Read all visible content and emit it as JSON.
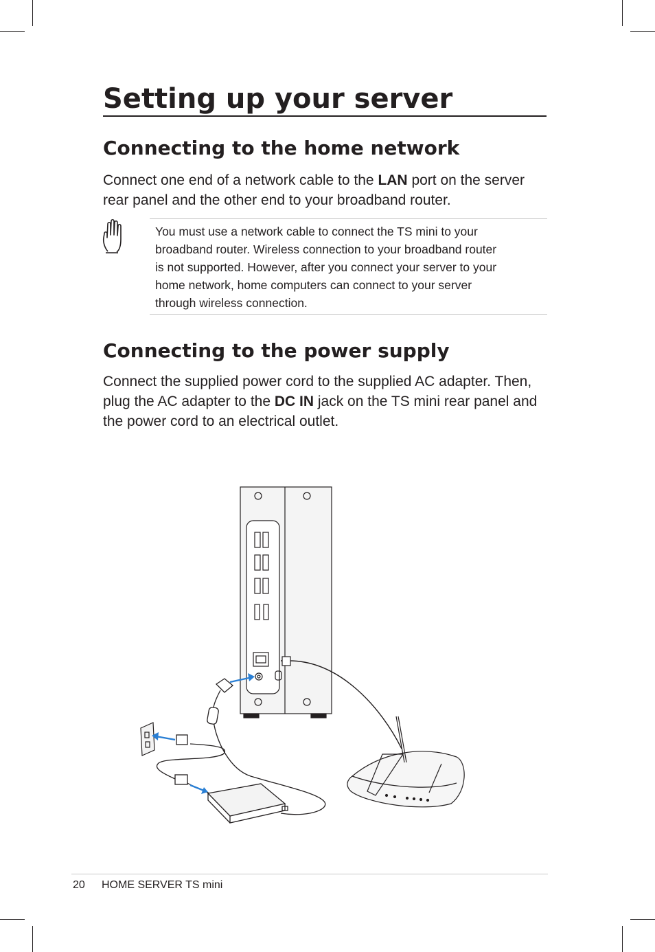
{
  "page": {
    "title": "Setting up your server",
    "section_network": {
      "heading": "Connecting to the home network",
      "text_before": "Connect one end of a network cable to the ",
      "bold": "LAN",
      "text_line1_after": " port on the server",
      "text_line2": "rear panel and the other end to your broadband router."
    },
    "note": {
      "icon": "hand-stop-icon",
      "lines": [
        "You must use a network cable to connect the TS mini to your",
        "broadband router. Wireless connection to your broadband router",
        "is not supported. However, after you connect your server to your",
        "home network, home computers can connect to your server",
        "through wireless connection."
      ]
    },
    "section_power": {
      "heading": "Connecting to the power supply",
      "line1": "Connect the supplied power cord to the supplied AC adapter. Then,",
      "line2_before": "plug the AC adapter to the ",
      "bold": "DC IN",
      "line2_after": " jack on the TS mini rear panel and",
      "line3": "the power cord to an electrical outlet."
    },
    "illustration": {
      "components": [
        "server-rear-panel",
        "wireless-router",
        "ac-adapter",
        "power-cord",
        "wall-outlet",
        "network-cable"
      ],
      "arrow_color": "#2a7fd4"
    },
    "footer": {
      "page_number": "20",
      "product": "HOME SERVER TS mini"
    }
  }
}
